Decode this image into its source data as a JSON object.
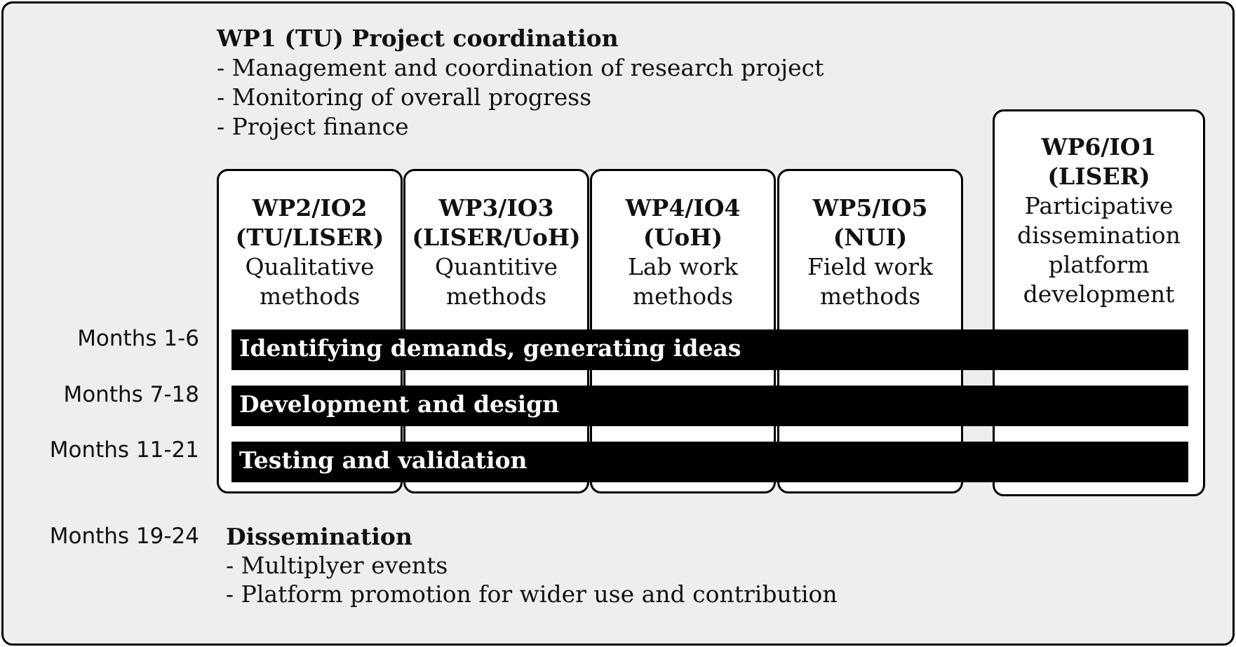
{
  "wp1": {
    "title": "WP1 (TU) Project coordination",
    "items": [
      "- Management and coordination of research project",
      "- Monitoring of overall progress",
      "- Project finance"
    ]
  },
  "work_packages": [
    {
      "head_line1": "WP2/IO2",
      "head_line2": "(TU/LISER)",
      "desc_line1": "Qualitative",
      "desc_line2": "methods"
    },
    {
      "head_line1": "WP3/IO3",
      "head_line2": "(LISER/UoH)",
      "desc_line1": "Quantitive",
      "desc_line2": "methods"
    },
    {
      "head_line1": "WP4/IO4",
      "head_line2": "(UoH)",
      "desc_line1": "Lab work",
      "desc_line2": "methods"
    },
    {
      "head_line1": "WP5/IO5",
      "head_line2": "(NUI)",
      "desc_line1": "Field work",
      "desc_line2": "methods"
    },
    {
      "head_line1": "WP6/IO1",
      "head_line2": "(LISER)",
      "desc_line1": "Participative",
      "desc_line2": "dissemination",
      "desc_line3": "platform",
      "desc_line4": "development"
    }
  ],
  "phases": [
    {
      "months": "Months 1-6",
      "label": "Identifying demands, generating ideas"
    },
    {
      "months": "Months 7-18",
      "label": "Development and design"
    },
    {
      "months": "Months 11-21",
      "label": "Testing and validation"
    }
  ],
  "dissemination": {
    "months": "Months 19-24",
    "title": "Dissemination",
    "items": [
      "- Multiplyer events",
      "- Platform promotion for wider use and contribution"
    ]
  }
}
